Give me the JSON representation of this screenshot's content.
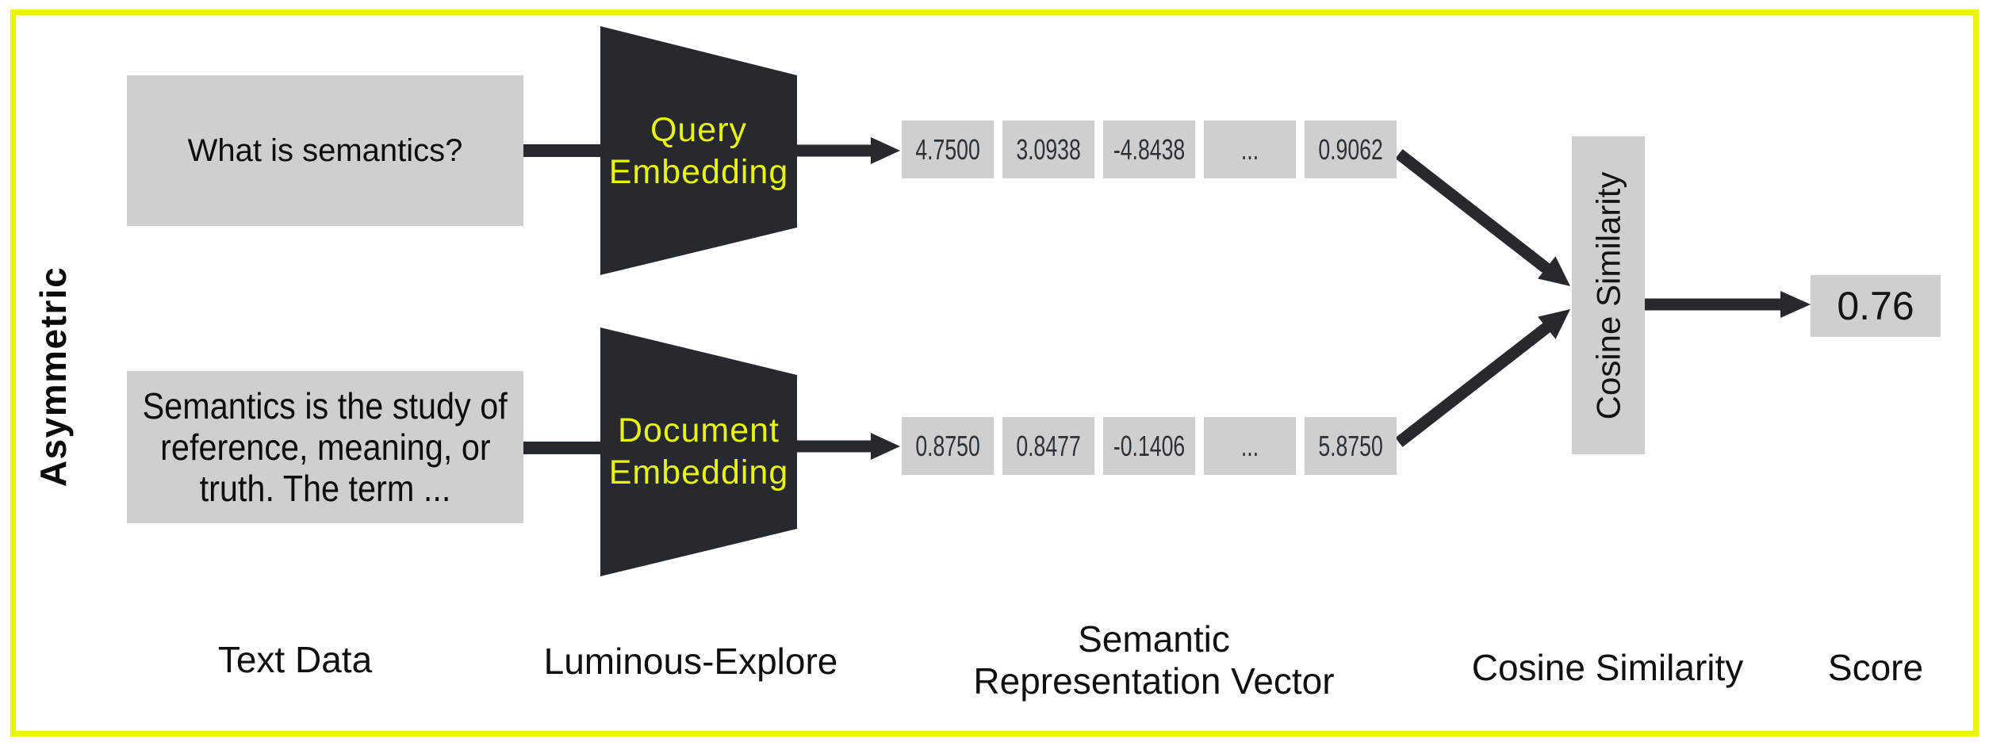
{
  "side_label": "Asymmetric",
  "colors": {
    "accent_yellow": "#eaf604",
    "shape_dark": "#26292d",
    "box_gray": "#cfcfcf",
    "number_text": "#2c3136"
  },
  "rows": [
    {
      "input_lines": [
        "What is semantics?"
      ],
      "encoder_lines": [
        "Query",
        "Embedding"
      ],
      "vector": [
        "4.7500",
        "3.0938",
        "-4.8438",
        "...",
        "0.9062"
      ]
    },
    {
      "input_lines": [
        "Semantics is the study of",
        "reference, meaning, or",
        "truth. The term ..."
      ],
      "encoder_lines": [
        "Document",
        "Embedding"
      ],
      "vector": [
        "0.8750",
        "0.8477",
        "-0.1406",
        "...",
        "5.8750"
      ]
    }
  ],
  "cosine_box_label": "Cosine Similarity",
  "score_value": "0.76",
  "column_labels": {
    "text_data": "Text Data",
    "model": "Luminous-Explore",
    "vector_line1": "Semantic",
    "vector_line2": "Representation Vector",
    "similarity": "Cosine Similarity",
    "score": "Score"
  }
}
